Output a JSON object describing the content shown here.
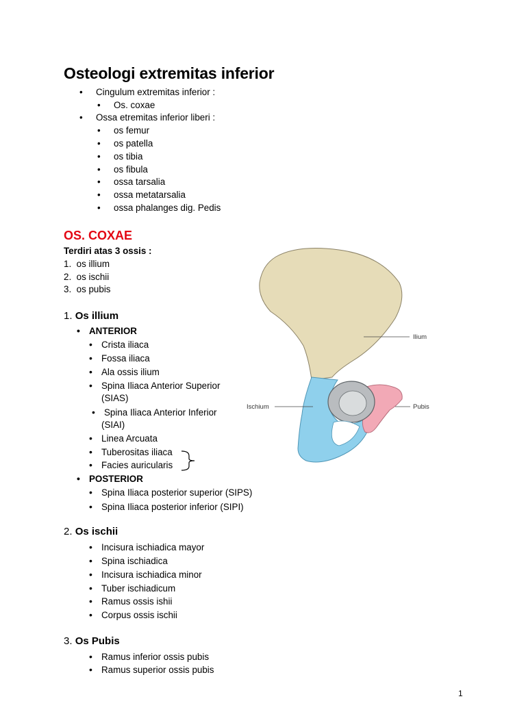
{
  "title": "Osteologi extremitas inferior",
  "outline": {
    "cingulum": "Cingulum extremitas inferior :",
    "cingulum_items": [
      "Os. coxae"
    ],
    "ossa": "Ossa etremitas inferior liberi :",
    "ossa_items": [
      "os femur",
      "os patella",
      "os tibia",
      "os fibula",
      "ossa tarsalia",
      "ossa metatarsalia",
      "ossa phalanges dig. Pedis"
    ]
  },
  "coxae": {
    "heading": "OS. COXAE",
    "intro": "Terdiri atas 3 ossis :",
    "parts": [
      {
        "num": "1.",
        "label": "os illium"
      },
      {
        "num": "2.",
        "label": "os ischii"
      },
      {
        "num": "3.",
        "label": "os pubis"
      }
    ]
  },
  "illium": {
    "num": "1.",
    "heading": "Os illium",
    "anterior": "ANTERIOR",
    "anterior_items": [
      "Crista iliaca",
      "Fossa iliaca",
      "Ala ossis ilium",
      "Spina Iliaca Anterior Superior",
      "(SIAS)",
      "Spina Iliaca Anterior Inferior",
      "(SIAI)",
      "Linea Arcuata",
      "Tuberositas iliaca",
      "Facies auricularis"
    ],
    "posterior": "POSTERIOR",
    "posterior_items": [
      "Spina Iliaca posterior superior (SIPS)",
      "Spina Iliaca posterior inferior (SIPI)"
    ]
  },
  "ischii": {
    "num": "2.",
    "heading": "Os ischii",
    "items": [
      "Incisura ischiadica mayor",
      "Spina ischiadica",
      "Incisura ischiadica minor",
      "Tuber ischiadicum",
      "Ramus ossis ishii",
      "Corpus ossis ischii"
    ]
  },
  "pubis": {
    "num": "3.",
    "heading": "Os Pubis",
    "items": [
      "Ramus inferior ossis pubis",
      "Ramus superior ossis pubis"
    ]
  },
  "figure": {
    "labels": {
      "ilium": "Ilium",
      "ischium": "Ischium",
      "pubis": "Pubis"
    },
    "colors": {
      "ilium": "#e6dcb8",
      "ischium": "#8fd0ec",
      "pubis": "#f2a9b6",
      "acetabulum": "#b9bcbf"
    }
  },
  "page_number": "1"
}
